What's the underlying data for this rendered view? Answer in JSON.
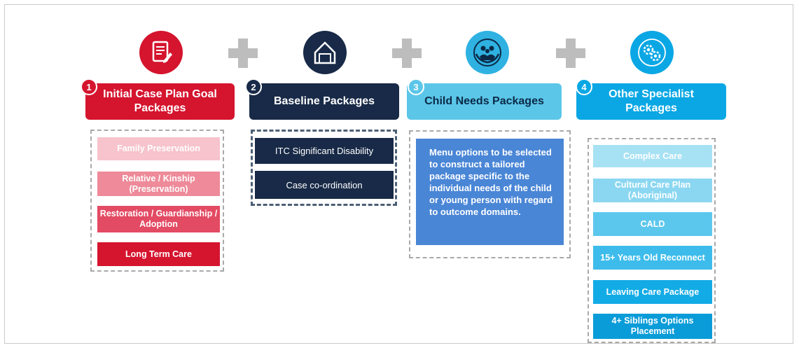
{
  "colors": {
    "red": "#d5142e",
    "navy": "#182a47",
    "light_blue": "#5bc6e8",
    "blue": "#0aa7e4",
    "plus": "#bdbdbd"
  },
  "icons": [
    "document-icon",
    "house-icon",
    "family-hands-icon",
    "gears-icon"
  ],
  "columns": [
    {
      "number": "1",
      "title": "Initial Case Plan Goal Packages",
      "items": [
        "Family Preservation",
        "Relative / Kinship (Preservation)",
        "Restoration / Guardianship / Adoption",
        "Long Term Care"
      ]
    },
    {
      "number": "2",
      "title": "Baseline Packages",
      "items": [
        "ITC Significant Disability",
        "Case co-ordination"
      ]
    },
    {
      "number": "3",
      "title": "Child Needs Packages",
      "description": "Menu options to be selected to construct a tailored package specific to the individual needs of the child or young person with regard to outcome domains."
    },
    {
      "number": "4",
      "title": "Other Specialist Packages",
      "items": [
        "Complex Care",
        "Cultural Care Plan (Aboriginal)",
        "CALD",
        "15+ Years Old Reconnect",
        "Leaving Care Package",
        "4+ Siblings Options Placement"
      ]
    }
  ]
}
